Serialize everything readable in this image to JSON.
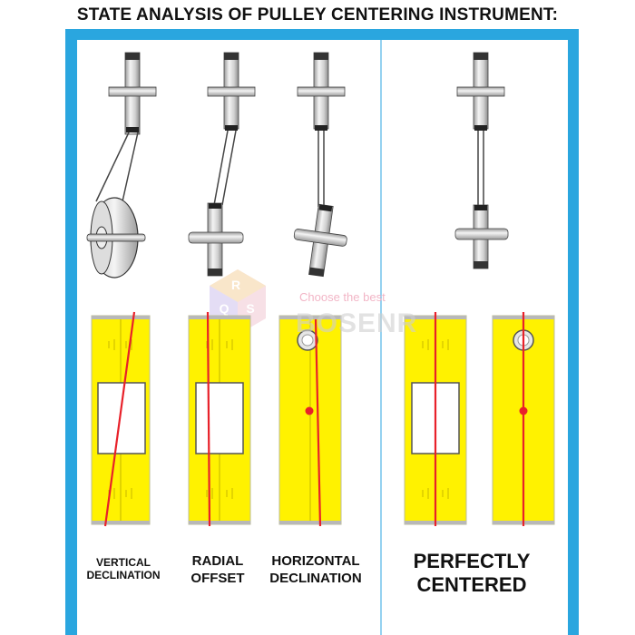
{
  "title": "STATE ANALYSIS OF PULLEY CENTERING INSTRUMENT:",
  "panels": [
    {
      "label_line1": "VERTICAL",
      "label_line2": "DECLINATION"
    },
    {
      "label_line1": "RADIAL",
      "label_line2": "OFFSET"
    },
    {
      "label_line1": "HORIZONTAL",
      "label_line2": "DECLINATION"
    },
    {
      "label_line1": "PERFECTLY",
      "label_line2": "CENTERED"
    }
  ],
  "watermark": {
    "tagline": "Choose the best",
    "brand": "BOSENR"
  },
  "colors": {
    "frame_blue": "#2aa6df",
    "plate_yellow": "#fff200",
    "laser_red": "#e8212a"
  }
}
